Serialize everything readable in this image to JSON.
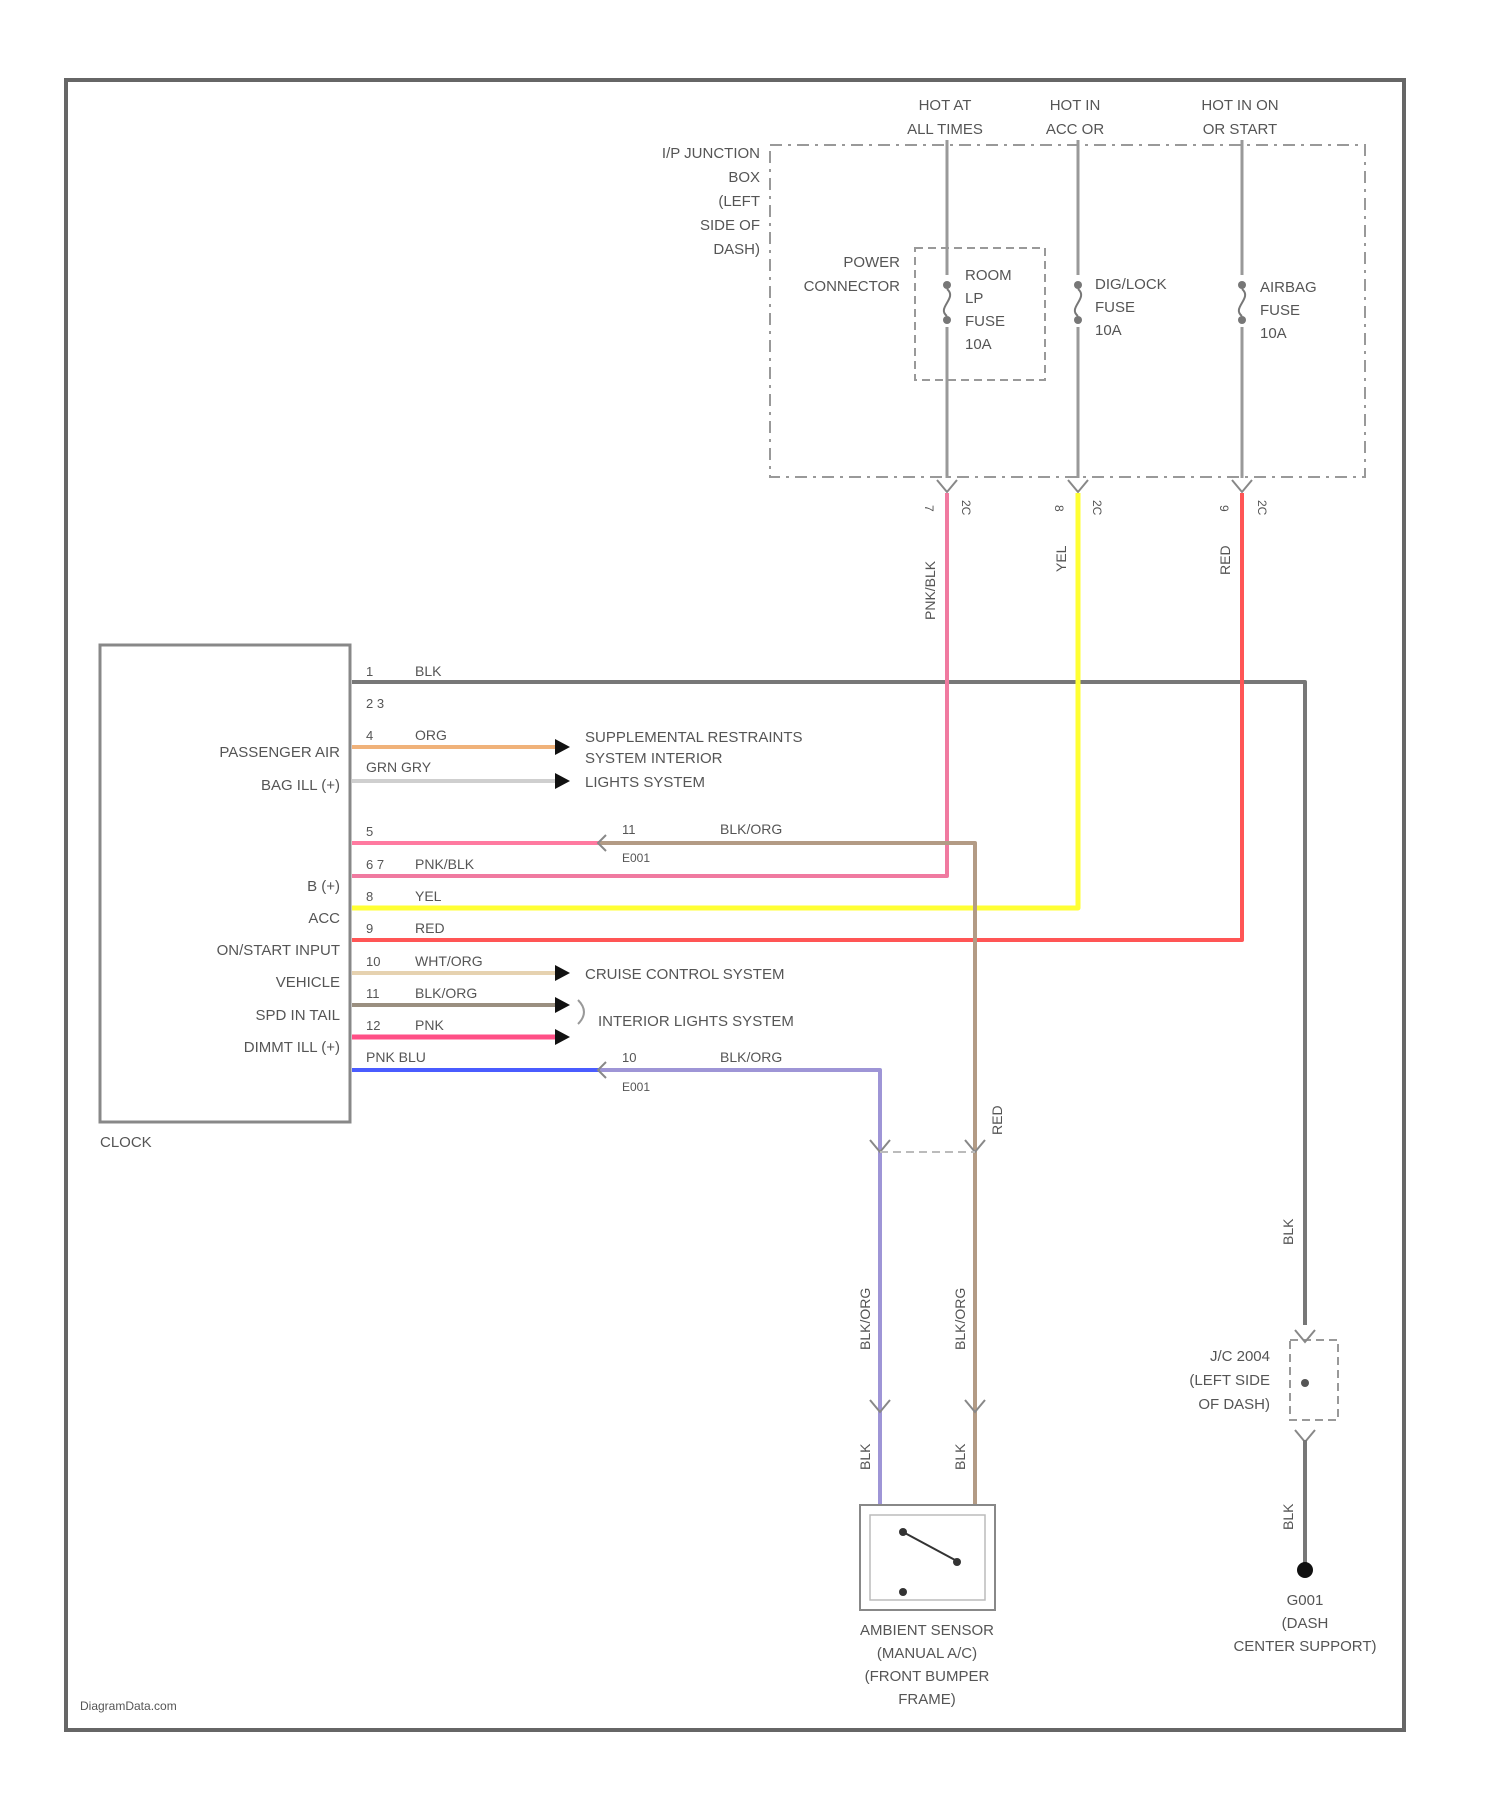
{
  "power": {
    "hot_at_all_times_1": "HOT AT",
    "hot_at_all_times_2": "ALL TIMES",
    "hot_acc_1": "HOT IN",
    "hot_acc_2": "ACC OR",
    "hot_on_1": "HOT IN ON",
    "hot_on_2": "OR START"
  },
  "junction_box": {
    "l1": "I/P JUNCTION",
    "l2": "BOX",
    "l3": "(LEFT",
    "l4": "SIDE OF",
    "l5": "DASH)",
    "power_connector_1": "POWER",
    "power_connector_2": "CONNECTOR",
    "fuse1": [
      "ROOM",
      "LP",
      "FUSE",
      "10A"
    ],
    "fuse2": [
      "DIG/LOCK",
      "FUSE",
      "10A"
    ],
    "fuse3": [
      "AIRBAG",
      "FUSE",
      "10A"
    ]
  },
  "wires": {
    "pnk_blk": "PNK/BLK",
    "yel": "YEL",
    "red": "RED",
    "blk": "BLK",
    "blk_org": "BLK/ORG",
    "red2": "RED",
    "blk2": "BLK"
  },
  "clock": {
    "name": "CLOCK",
    "pins": [
      {
        "label": "",
        "pin": "1",
        "wire": "BLK"
      },
      {
        "label": "",
        "pin": "2 3",
        "wire": ""
      },
      {
        "label": "PASSENGER AIR",
        "pin": "4",
        "wire": "ORG"
      },
      {
        "label": "BAG ILL (+)",
        "pin": "",
        "wire": "GRN  GRY"
      },
      {
        "label": "",
        "pin": "5",
        "wire": ""
      },
      {
        "label": "B (+)",
        "pin": "6 7",
        "wire": "PNK/BLK"
      },
      {
        "label": "ACC",
        "pin": "8",
        "wire": "YEL"
      },
      {
        "label": "ON/START INPUT",
        "pin": "9",
        "wire": "RED"
      },
      {
        "label": "VEHICLE",
        "pin": "10",
        "wire": "WHT/ORG"
      },
      {
        "label": "SPD IN TAIL",
        "pin": "11",
        "wire": "BLK/ORG"
      },
      {
        "label": "DIMMT ILL (+)",
        "pin": "12",
        "wire": "PNK"
      },
      {
        "label": "",
        "pin": "",
        "wire": "PNK  BLU"
      }
    ]
  },
  "destinations": {
    "srs1": "SUPPLEMENTAL RESTRAINTS",
    "srs2": "SYSTEM INTERIOR",
    "srs3": "LIGHTS SYSTEM",
    "cruise": "CRUISE CONTROL SYSTEM",
    "interior": "INTERIOR LIGHTS SYSTEM"
  },
  "splice": {
    "pin_a": "11",
    "pin_b": "10",
    "wire_a": "BLK/ORG",
    "wire_b": "BLK/ORG",
    "conn_a": "E001",
    "conn_b": "E001"
  },
  "sensor": {
    "wire_left": "BLK/ORG",
    "wire_right": "BLK/ORG",
    "lead_left": "BLK",
    "lead_right": "BLK",
    "l1": "AMBIENT SENSOR",
    "l2": "(MANUAL A/C)",
    "l3": "(FRONT BUMPER",
    "l4": "FRAME)"
  },
  "ground": {
    "jc1": "J/C 2004",
    "jc2": "(LEFT SIDE",
    "jc3": "OF DASH)",
    "g1": "G001",
    "g2": "(DASH",
    "g3": "CENTER SUPPORT)"
  },
  "footer": "DiagramData.com"
}
